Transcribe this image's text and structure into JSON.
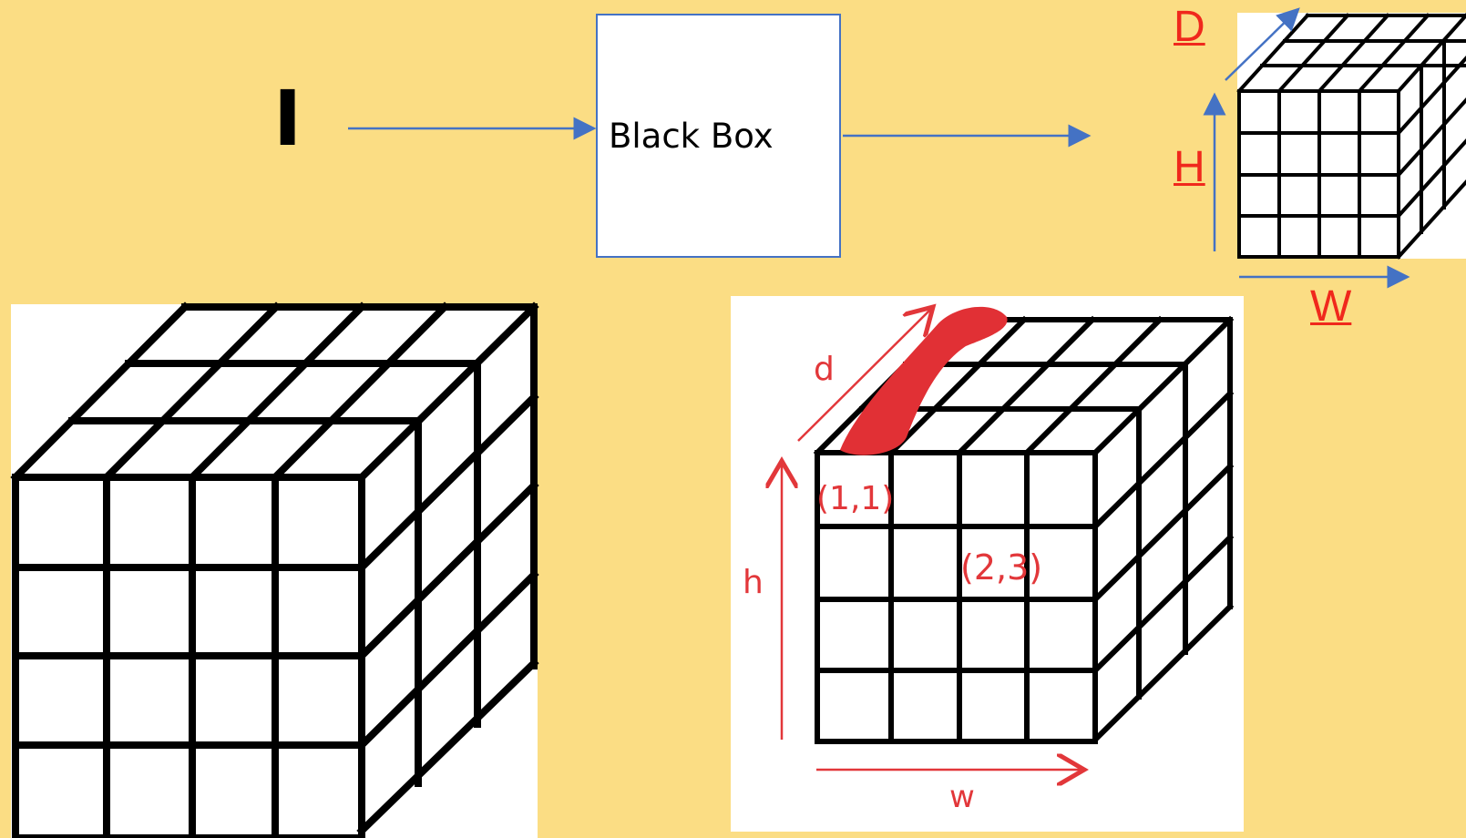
{
  "diagram": {
    "input_label": "I",
    "box_label": "Black Box",
    "output_dims": {
      "depth": "D",
      "height": "H",
      "width": "W"
    },
    "annotated_dims": {
      "depth": "d",
      "height": "h",
      "width": "w"
    },
    "cell_labels": [
      "(1,1)",
      "(2,3)"
    ]
  },
  "colors": {
    "background": "#FBDD84",
    "arrow": "#4472C4",
    "dimension_label": "#F0281C",
    "handwriting": "#E2373A",
    "grid": "#000000"
  }
}
